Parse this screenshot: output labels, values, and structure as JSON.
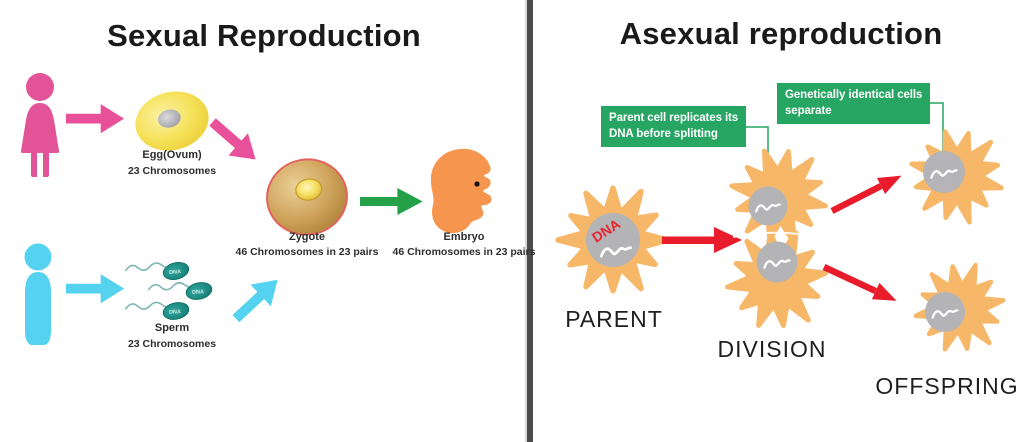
{
  "left_panel": {
    "title": "Sexual Reproduction",
    "egg": {
      "label": "Egg(Ovum)",
      "sublabel": "23 Chromosomes"
    },
    "sperm": {
      "label": "Sperm",
      "sublabel": "23 Chromosomes",
      "dna_text": "DNA"
    },
    "zygote": {
      "label": "Zygote",
      "sublabel": "46 Chromosomes in 23 pairs"
    },
    "embryo": {
      "label": "Embryo",
      "sublabel": "46 Chromosomes in 23 pairs"
    }
  },
  "right_panel": {
    "title": "Asexual reproduction",
    "callouts": {
      "parent": "Parent cell replicates its\nDNA before splitting",
      "offspring": "Genetically identical cells\nseparate"
    },
    "stages": {
      "parent": "PARENT",
      "division": "DIVISION",
      "offspring": "OFFSPRING"
    },
    "parent_dna_text": "DNA"
  },
  "colors": {
    "female_pink": "#e25397",
    "male_cyan": "#55d2ef",
    "egg_yellow": "#f1d83e",
    "zygote_tan": "#c59a4e",
    "zygote_outline": "#e2635e",
    "embryo_orange": "#f6954e",
    "green_arrow": "#24a149",
    "callout_green": "#27a562",
    "red_arrow": "#e81c2b",
    "cell_orange": "#f6b768",
    "nucleus_gray": "#b4b3b6",
    "sperm_teal": "#17837b",
    "divider_gray": "#4a4a4c",
    "text_dark": "#1d1d1d"
  }
}
